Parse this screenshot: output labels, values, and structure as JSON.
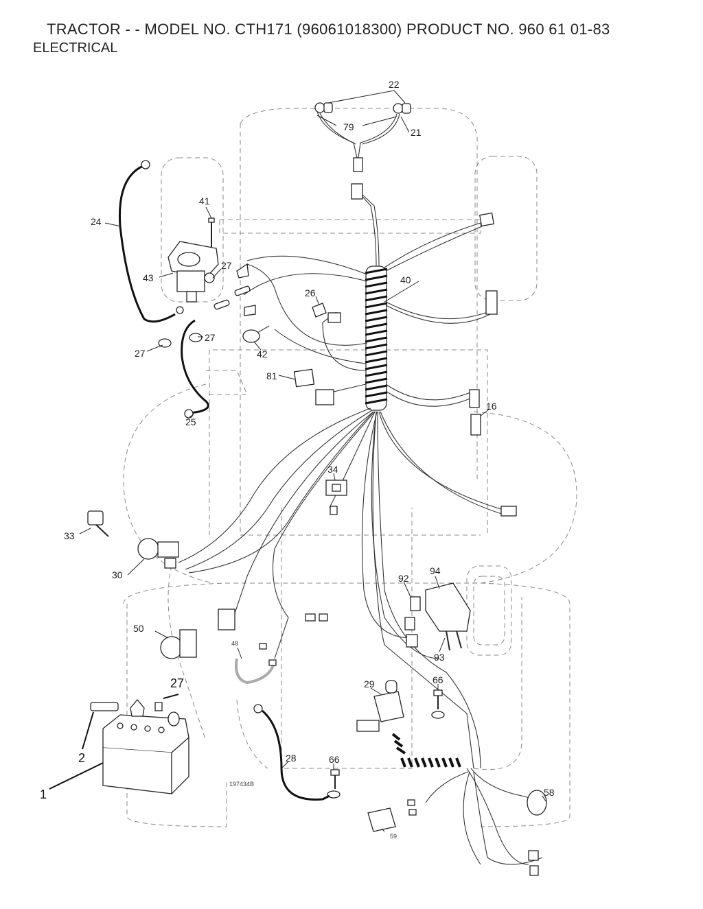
{
  "header": {
    "title": "TRACTOR - - MODEL NO. CTH171 (96061018300) PRODUCT NO. 960 61 01-83",
    "subtitle": "ELECTRICAL"
  },
  "drawing_number": "197434B",
  "callouts": {
    "c1": "1",
    "c2": "2",
    "c16": "16",
    "c21": "21",
    "c22": "22",
    "c24": "24",
    "c25": "25",
    "c26": "26",
    "c27a": "27",
    "c27b": "27",
    "c27c": "27",
    "c27d": "27",
    "c28": "28",
    "c29": "29",
    "c30": "30",
    "c33": "33",
    "c34": "34",
    "c40": "40",
    "c41": "41",
    "c42": "42",
    "c43": "43",
    "c48": "48",
    "c50": "50",
    "c58": "58",
    "c59": "59",
    "c66a": "66",
    "c66b": "66",
    "c79": "79",
    "c81": "81",
    "c92": "92",
    "c93": "93",
    "c94": "94"
  }
}
